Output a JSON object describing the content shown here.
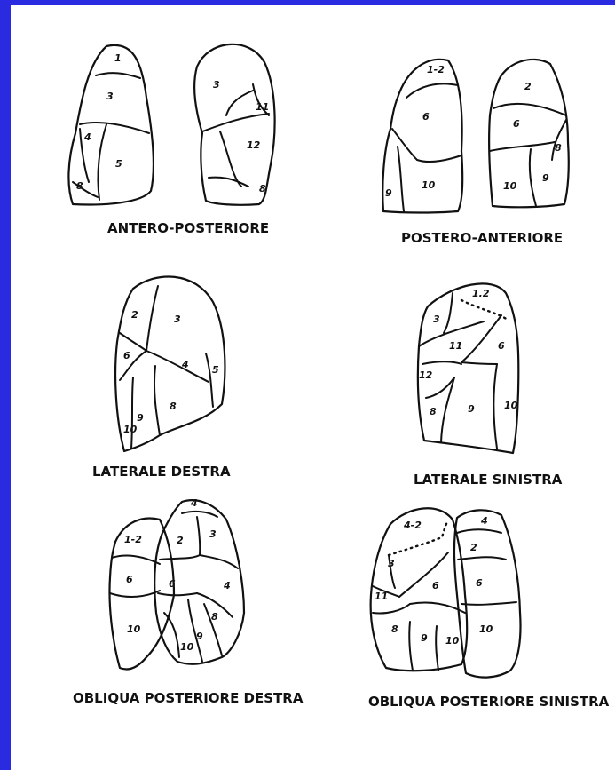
{
  "colors": {
    "frame": "#2a2ae0",
    "background": "#ffffff",
    "ink": "#111111"
  },
  "views": [
    {
      "caption": "ANTERO-POSTERIORE",
      "labels": [
        "1",
        "3",
        "4",
        "5",
        "8",
        "3",
        "11",
        "12",
        "8"
      ]
    },
    {
      "caption": "POSTERO-ANTERIORE",
      "labels": [
        "1-2",
        "6",
        "9",
        "10",
        "2",
        "6",
        "8",
        "10",
        "9"
      ]
    },
    {
      "caption": "LATERALE DESTRA",
      "labels": [
        "2",
        "3",
        "6",
        "4",
        "5",
        "9",
        "8",
        "10"
      ]
    },
    {
      "caption": "LATERALE SINISTRA",
      "labels": [
        "1.2",
        "3",
        "11",
        "6",
        "12",
        "8",
        "9",
        "10"
      ]
    },
    {
      "caption": "OBLIQUA POSTERIORE DESTRA",
      "labels": [
        "1-2",
        "6",
        "10",
        "4",
        "2",
        "3",
        "6",
        "4",
        "8",
        "10",
        "9"
      ]
    },
    {
      "caption": "OBLIQUA POSTERIORE SINISTRA",
      "labels": [
        "4-2",
        "3",
        "11",
        "6",
        "8",
        "9",
        "10",
        "4",
        "2",
        "6",
        "10"
      ]
    }
  ]
}
